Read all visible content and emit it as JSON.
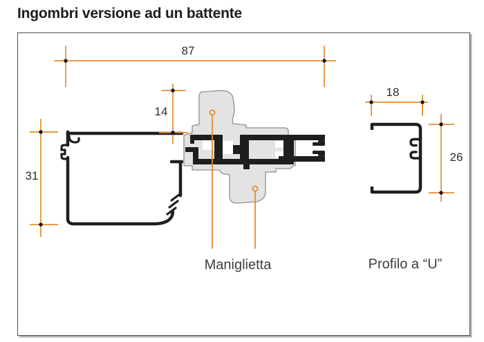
{
  "title": "Ingombri versione ad un battente",
  "diagram": {
    "dimensions": {
      "overall_width": "87",
      "handle_offset": "14",
      "frame_height": "31",
      "u_profile_width": "18",
      "u_profile_height": "26"
    },
    "labels": {
      "handle": "Maniglietta",
      "u_profile": "Profilo a “U”"
    },
    "colors": {
      "dimension_line": "#E8892B",
      "profile_black": "#1E1E1E",
      "handle_fill": "#E3E3E3",
      "handle_stroke": "#8F8F8F",
      "frame_border": "#4A4A4A"
    }
  }
}
